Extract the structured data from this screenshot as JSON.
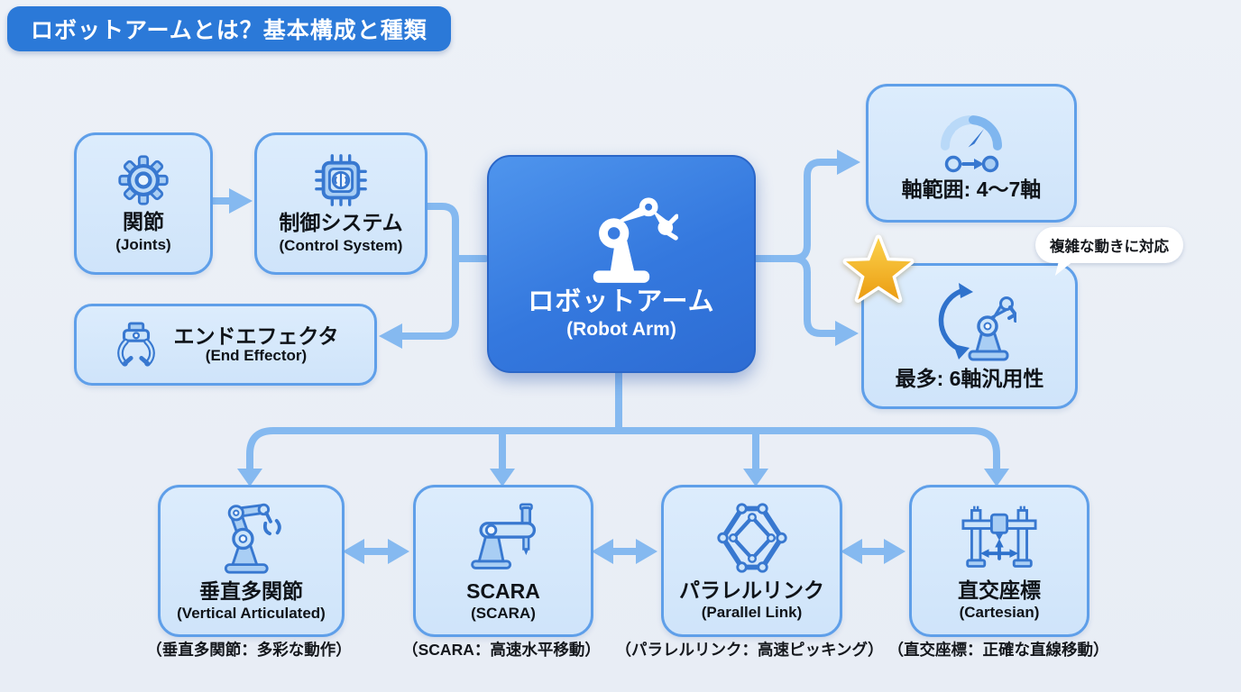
{
  "title": "ロボットアームとは？基本構成と種類",
  "colors": {
    "background": "#e9edf4",
    "badge_blue": "#2b79d8",
    "box_fill": "#d6e9fb",
    "box_border": "#5f9fe9",
    "center_fill_top": "#4f95ed",
    "center_fill_bottom": "#2d6cd3",
    "connector": "#85b9f0",
    "icon_stroke": "#3878d0",
    "star_gold": "#f6b93b",
    "text_dark": "#14171c"
  },
  "center": {
    "label": "ロボットアーム",
    "sublabel": "(Robot Arm)",
    "icon": "robot-arm-icon"
  },
  "components": [
    {
      "id": "joints",
      "label": "関節",
      "sublabel": "(Joints)",
      "icon": "gear-icon"
    },
    {
      "id": "control-system",
      "label": "制御システム",
      "sublabel": "(Control System)",
      "icon": "chip-icon"
    },
    {
      "id": "end-effector",
      "label": "エンドエフェクタ",
      "sublabel": "(End Effector)",
      "icon": "gripper-icon"
    }
  ],
  "specs": [
    {
      "id": "axis-range",
      "label": "軸範囲: 4〜7軸",
      "icon": "gauge-icon"
    },
    {
      "id": "max-axes",
      "label": "最多: 6軸汎用性",
      "icon": "rotating-arm-icon",
      "badge": "star-icon",
      "callout": "複雑な動きに対応"
    }
  ],
  "types": [
    {
      "label": "垂直多関節",
      "sublabel": "(Vertical Articulated)",
      "caption": "（垂直多関節：多彩な動作）",
      "icon": "articulated-robot-icon"
    },
    {
      "label": "SCARA",
      "sublabel": "(SCARA)",
      "caption": "（SCARA：高速水平移動）",
      "icon": "scara-robot-icon"
    },
    {
      "label": "パラレルリンク",
      "sublabel": "(Parallel Link)",
      "caption": "（パラレルリンク：高速ピッキング）",
      "icon": "parallel-link-icon"
    },
    {
      "label": "直交座標",
      "sublabel": "(Cartesian)",
      "caption": "（直交座標：正確な直線移動）",
      "icon": "cartesian-robot-icon"
    }
  ]
}
